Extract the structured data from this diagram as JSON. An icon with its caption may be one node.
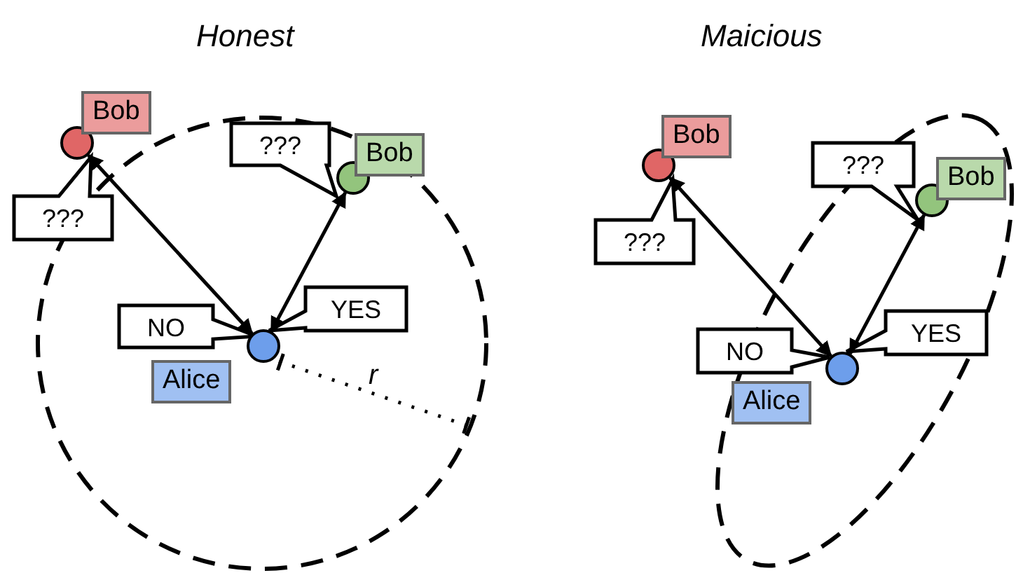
{
  "diagram": {
    "nodes": [
      {
        "text": [],
        "shape": "circle",
        "beside": [
          "Bob"
        ]
      },
      {
        "text": [
          "???"
        ]
      },
      {
        "text": [],
        "shape": "circle",
        "beside": [
          "Bob"
        ]
      },
      {
        "text": [
          "???"
        ]
      },
      {
        "text": [
          "NO"
        ]
      },
      {
        "text": [
          "YES"
        ]
      },
      {
        "text": [],
        "shape": "circle",
        "beside": [
          "Alice"
        ]
      },
      {
        "text": [],
        "shape": "circle",
        "beside": [
          "Bob"
        ]
      },
      {
        "text": [
          "???"
        ]
      },
      {
        "text": [],
        "shape": "circle",
        "beside": [
          "Bob"
        ]
      },
      {
        "text": [
          "???"
        ]
      },
      {
        "text": [
          "NO"
        ]
      },
      {
        "text": [
          "YES"
        ]
      },
      {
        "text": [],
        "shape": "circle",
        "beside": [
          "Alice"
        ]
      }
    ],
    "edges": [
      {
        "from": 0,
        "to": 6,
        "arrow": "both"
      },
      {
        "from": 2,
        "to": 6,
        "arrow": "both"
      },
      {
        "from": 7,
        "to": 13,
        "arrow": "both"
      },
      {
        "from": 9,
        "to": 13,
        "arrow": "both"
      }
    ],
    "labels": [
      "Honest",
      "Maicious",
      "r"
    ]
  }
}
